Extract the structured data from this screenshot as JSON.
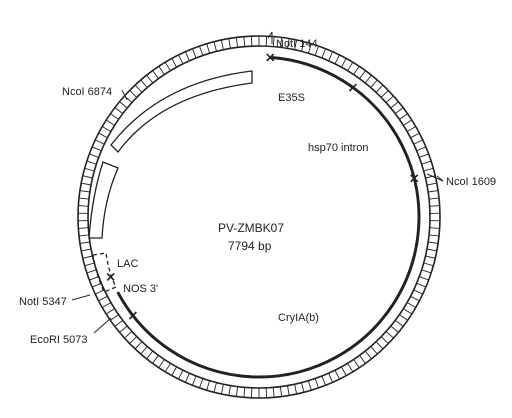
{
  "plasmid": {
    "name": "PV-ZMBK07",
    "size_label": "7794 bp"
  },
  "sites": {
    "noti_144": "NotI 144",
    "ncoi_1609": "NcoI 1609",
    "noti_5347": "NotI 5347",
    "ecori_5073": "EcoRI 5073",
    "ncoi_6874": "NcoI 6874"
  },
  "features": {
    "e35s": "E35S",
    "hsp70": "hsp70 intron",
    "cry": "CryIA(b)",
    "nos": "NOS 3'",
    "lac": "LAC"
  },
  "colors": {
    "ink": "#222222",
    "background": "#ffffff"
  }
}
